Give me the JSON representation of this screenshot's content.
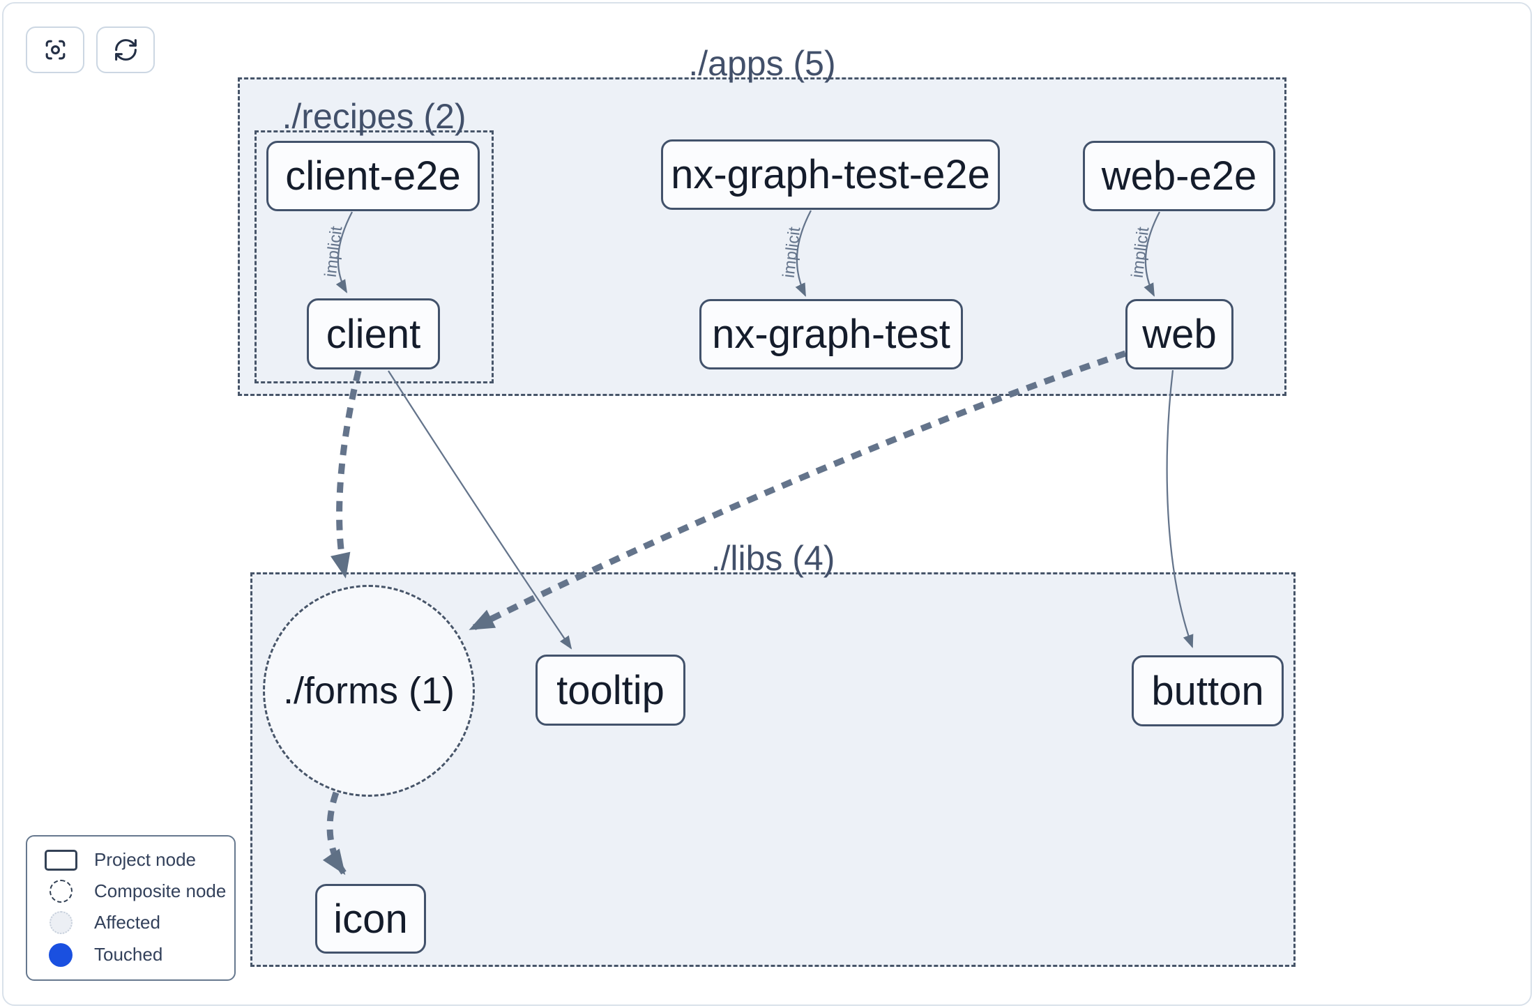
{
  "toolbar": {
    "buttons": [
      {
        "name": "focus",
        "icon": "focus-icon"
      },
      {
        "name": "refresh",
        "icon": "refresh-icon"
      }
    ]
  },
  "graph": {
    "groups": {
      "apps": {
        "label": "./apps (5)"
      },
      "recipes": {
        "label": "./recipes (2)"
      },
      "libs": {
        "label": "./libs (4)"
      },
      "forms": {
        "label": "./forms (1)"
      }
    },
    "nodes": {
      "client_e2e": {
        "label": "client-e2e"
      },
      "nx_graph_test_e2e": {
        "label": "nx-graph-test-e2e"
      },
      "web_e2e": {
        "label": "web-e2e"
      },
      "client": {
        "label": "client"
      },
      "nx_graph_test": {
        "label": "nx-graph-test"
      },
      "web": {
        "label": "web"
      },
      "tooltip": {
        "label": "tooltip"
      },
      "button": {
        "label": "button"
      },
      "icon": {
        "label": "icon"
      }
    },
    "edges": {
      "implicit_label": "implicit",
      "list": [
        {
          "from": "client-e2e",
          "to": "client",
          "style": "implicit"
        },
        {
          "from": "nx-graph-test-e2e",
          "to": "nx-graph-test",
          "style": "implicit"
        },
        {
          "from": "web-e2e",
          "to": "web",
          "style": "implicit"
        },
        {
          "from": "client",
          "to": "./forms",
          "style": "dashed"
        },
        {
          "from": "client",
          "to": "tooltip",
          "style": "solid"
        },
        {
          "from": "web",
          "to": "./forms",
          "style": "dashed"
        },
        {
          "from": "web",
          "to": "button",
          "style": "solid"
        },
        {
          "from": "./forms",
          "to": "icon",
          "style": "dashed"
        }
      ]
    }
  },
  "legend": {
    "items": [
      {
        "label": "Project node",
        "swatch": "project-node"
      },
      {
        "label": "Composite node",
        "swatch": "composite-node"
      },
      {
        "label": "Affected",
        "swatch": "affected"
      },
      {
        "label": "Touched",
        "swatch": "touched"
      }
    ]
  },
  "colors": {
    "touched": "#1a50e0",
    "container_fill": "#edf1f7",
    "node_fill": "#fbfcfe",
    "dashed_border": "#475569",
    "node_border": "#42526b",
    "edge": "#64748b",
    "affected_fill": "#eceff4"
  }
}
